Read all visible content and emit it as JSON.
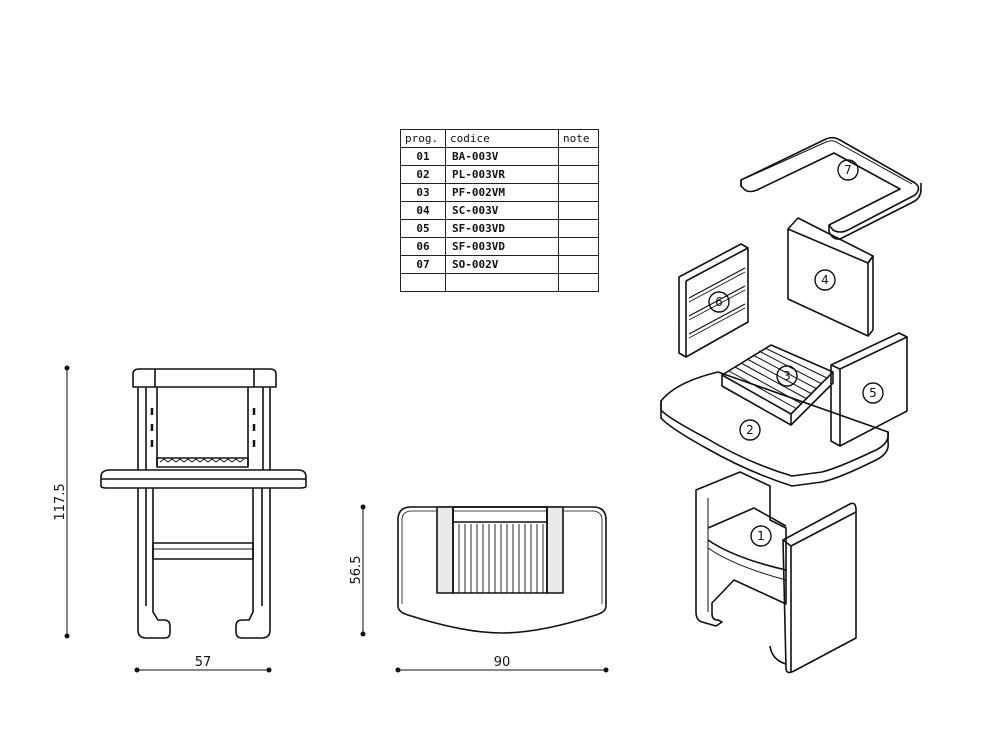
{
  "table": {
    "headers": [
      "prog.",
      "codice",
      "note"
    ],
    "rows": [
      [
        "01",
        "BA-003V",
        ""
      ],
      [
        "02",
        "PL-003VR",
        ""
      ],
      [
        "03",
        "PF-002VM",
        ""
      ],
      [
        "04",
        "SC-003V",
        ""
      ],
      [
        "05",
        "SF-003VD",
        ""
      ],
      [
        "06",
        "SF-003VD",
        ""
      ],
      [
        "07",
        "SO-002V",
        ""
      ],
      [
        "",
        "",
        ""
      ]
    ]
  },
  "dimensions": {
    "side_height": "117.5",
    "side_width": "57",
    "top_depth": "56.5",
    "top_width": "90"
  },
  "balloons": [
    "1",
    "2",
    "3",
    "4",
    "5",
    "6",
    "7"
  ]
}
